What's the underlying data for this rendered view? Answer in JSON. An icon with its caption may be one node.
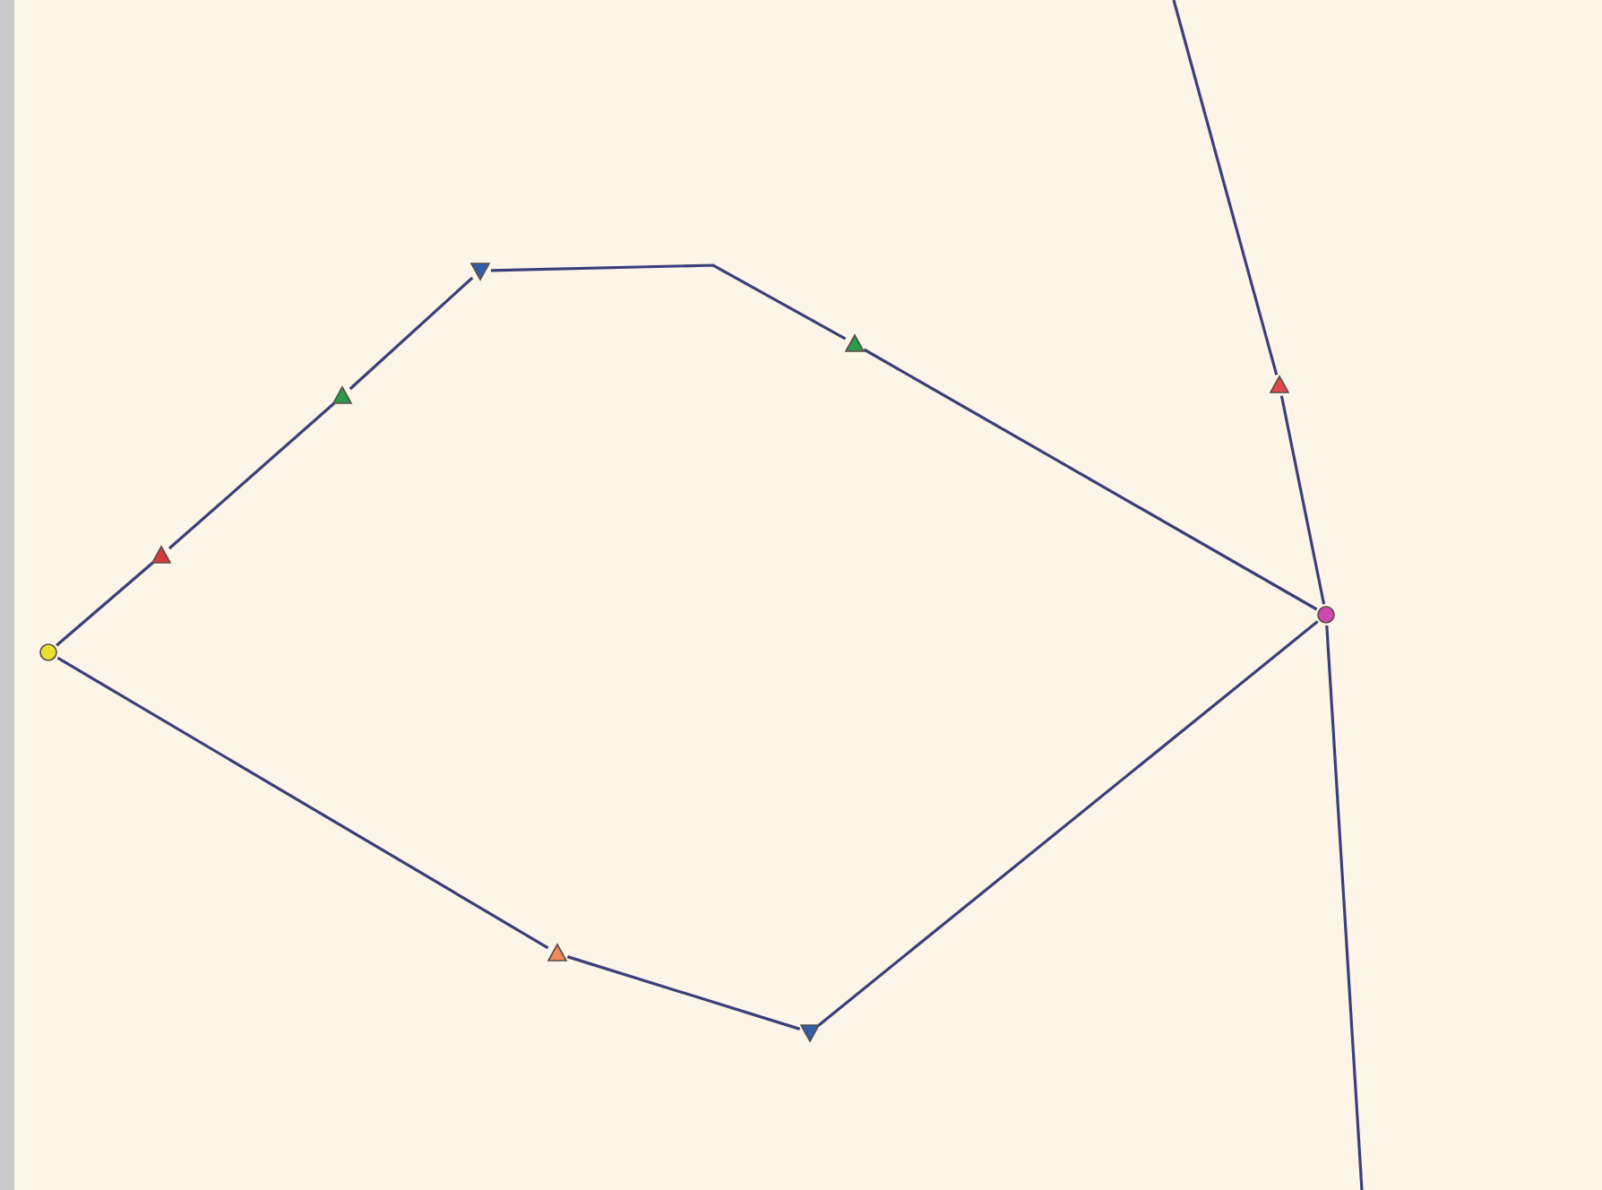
{
  "diagram": {
    "nodes": [
      {
        "text": [],
        "shape": "circle"
      },
      {
        "text": [],
        "shape": "triangle"
      },
      {
        "text": [],
        "shape": "triangle"
      },
      {
        "text": [],
        "shape": "triangle"
      },
      {
        "text": [],
        "shape": "triangle"
      },
      {
        "text": [],
        "shape": "triangle"
      },
      {
        "text": [],
        "shape": "triangle"
      },
      {
        "text": [],
        "shape": "triangle"
      },
      {
        "text": [],
        "shape": "circle"
      }
    ],
    "edges": [
      {
        "from": 0,
        "to": 1,
        "arrow": "none"
      },
      {
        "from": 1,
        "to": 2,
        "arrow": "none"
      },
      {
        "from": 2,
        "to": 3,
        "arrow": "none"
      },
      {
        "from": 3,
        "to": 6,
        "arrow": "none"
      },
      {
        "from": 6,
        "to": 8,
        "arrow": "none"
      },
      {
        "from": 8,
        "to": 5,
        "arrow": "none"
      },
      {
        "from": 5,
        "to": 4,
        "arrow": "none"
      },
      {
        "from": 4,
        "to": 0,
        "arrow": "none"
      },
      {
        "from": 8,
        "to": 7,
        "arrow": "none"
      },
      {
        "from": 7,
        "to": null,
        "arrow": "none"
      },
      {
        "from": 8,
        "to": null,
        "arrow": "none"
      }
    ]
  }
}
